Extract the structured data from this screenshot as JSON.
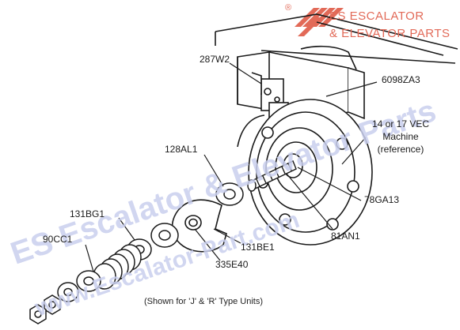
{
  "logo": {
    "reg_mark": "®",
    "line1": "ES ESCALATOR",
    "line2": "& ELEVATOR PARTS",
    "color": "#e26a58"
  },
  "watermark": {
    "text_lower": "ES Escalator & Elevator Parts",
    "text_upper": "www.Escalator-Part.com",
    "color": "#c9cfee"
  },
  "labels": {
    "p287W2": "287W2",
    "p6098ZA3": "6098ZA3",
    "machine_line1": "14 or 17 VEC",
    "machine_line2": "Machine",
    "machine_line3": "(reference)",
    "p128AL1": "128AL1",
    "p78GA13": "78GA13",
    "p131BG1": "131BG1",
    "p81AN1": "81AN1",
    "p90CC1": "90CC1",
    "p131BE1": "131BE1",
    "p335E40": "335E40"
  },
  "caption": "(Shown for 'J' & 'R' Type Units)"
}
